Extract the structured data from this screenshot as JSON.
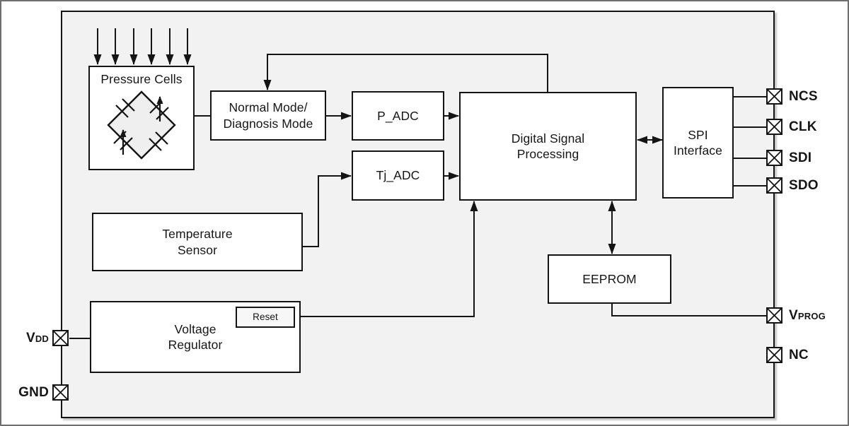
{
  "diagram": {
    "blocks": {
      "pressure_cells": {
        "label": "Pressure Cells"
      },
      "normal_mode": {
        "label": "Normal Mode/\nDiagnosis Mode"
      },
      "p_adc": {
        "label": "P_ADC"
      },
      "tj_adc": {
        "label": "Tj_ADC"
      },
      "dsp": {
        "label": "Digital Signal\nProcessing"
      },
      "spi": {
        "label": "SPI\nInterface"
      },
      "eeprom": {
        "label": "EEPROM"
      },
      "temperature_sensor": {
        "label": "Temperature\nSensor"
      },
      "voltage_regulator": {
        "label": "Voltage\nRegulator"
      },
      "reset": {
        "label": "Reset"
      }
    },
    "pins": {
      "ncs": {
        "label": "NCS"
      },
      "clk": {
        "label": "CLK"
      },
      "sdi": {
        "label": "SDI"
      },
      "sdo": {
        "label": "SDO"
      },
      "vprog": {
        "main": "V",
        "sub": "PROG"
      },
      "nc": {
        "label": "NC"
      },
      "vdd": {
        "main": "V",
        "sub": "DD"
      },
      "gnd": {
        "label": "GND"
      }
    },
    "colors": {
      "chip_background": "#f2f2f2",
      "block_fill": "#ffffff",
      "line": "#000000",
      "page_border": "#6e6e6e",
      "text": "#161616"
    }
  }
}
